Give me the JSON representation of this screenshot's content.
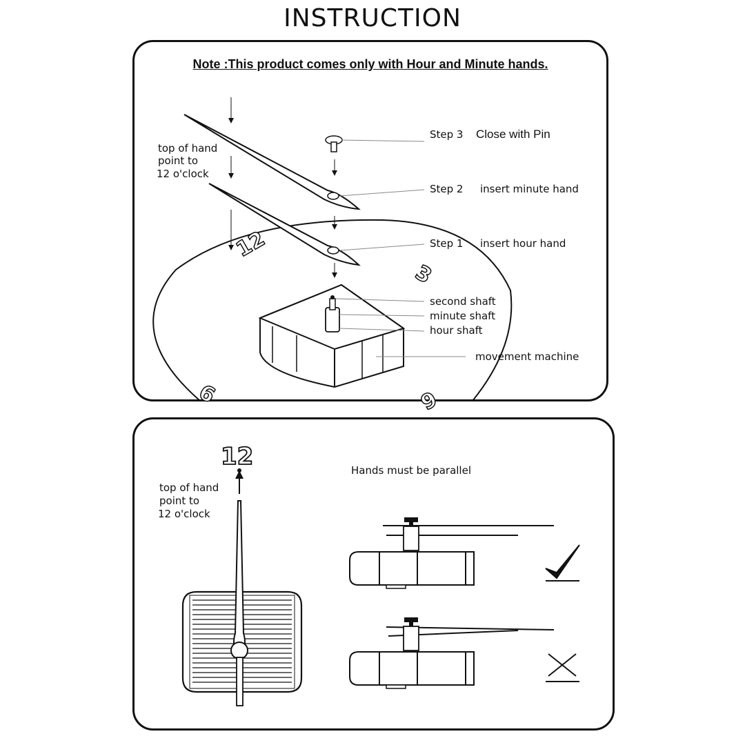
{
  "title": "INSTRUCTION",
  "top_panel": {
    "note": "Note :This product comes only with Hour and Minute hands.",
    "hand_note_line1": "top of hand",
    "hand_note_line2": "point to",
    "hand_note_line3": "12 o'clock",
    "step3_prefix": "Step 3",
    "step3_text": "Close with Pin",
    "step2_prefix": "Step 2",
    "step2_text": "insert minute hand",
    "step1_prefix": "Step 1",
    "step1_text": "insert hour hand",
    "second_shaft": "second shaft",
    "minute_shaft": "minute shaft",
    "hour_shaft": "hour shaft",
    "movement_machine": "movement  machine",
    "dial_numbers": [
      "12",
      "3",
      "9",
      "6"
    ]
  },
  "bottom_panel": {
    "dial_number": "12",
    "hand_note_line1": "top of hand",
    "hand_note_line2": "point to",
    "hand_note_line3": "12 o'clock",
    "parallel_text": "Hands must be parallel",
    "correct_mark": "check-icon",
    "wrong_mark": "cross-icon"
  },
  "colors": {
    "line": "#111111",
    "background": "#ffffff",
    "leader": "#888888"
  }
}
